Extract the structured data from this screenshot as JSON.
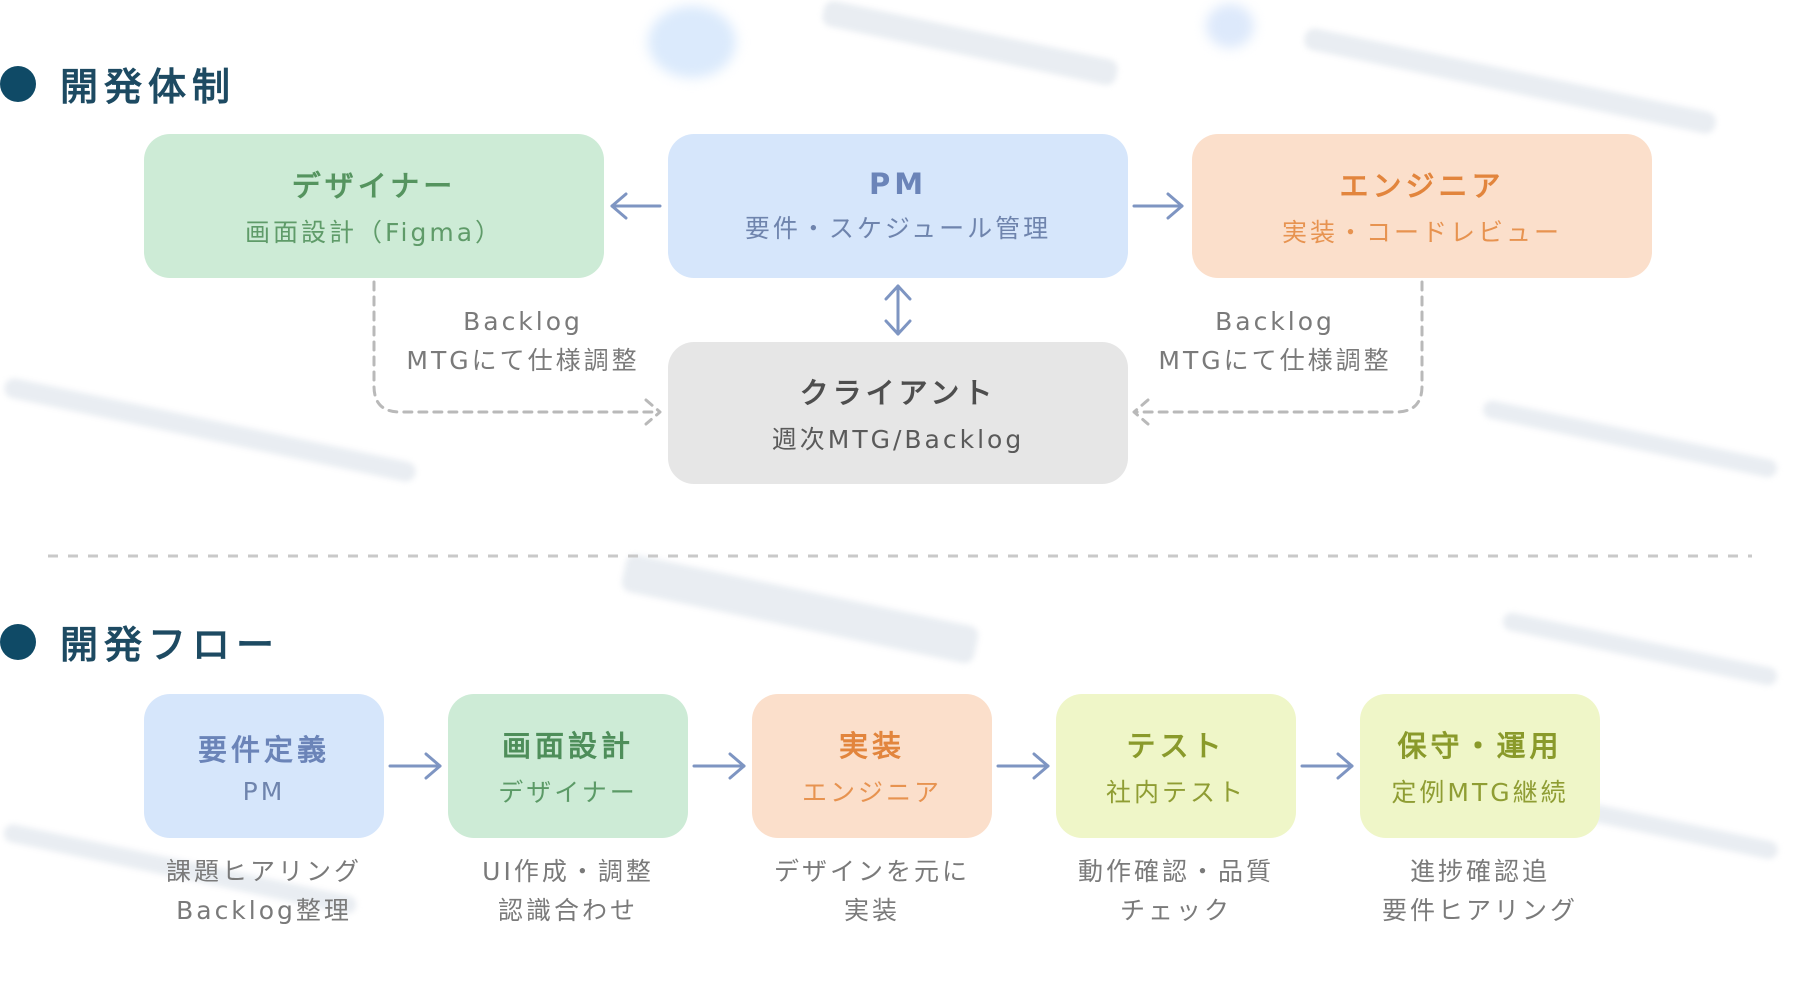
{
  "structure": {
    "heading": "開発体制",
    "designer": {
      "title": "デザイナー",
      "subtitle": "画面設計（Figma）"
    },
    "pm": {
      "title": "PM",
      "subtitle": "要件・スケジュール管理"
    },
    "engineer": {
      "title": "エンジニア",
      "subtitle": "実装・コードレビュー"
    },
    "client": {
      "title": "クライアント",
      "subtitle": "週次MTG/Backlog"
    },
    "left_note": {
      "line1": "Backlog",
      "line2": "MTGにて仕様調整"
    },
    "right_note": {
      "line1": "Backlog",
      "line2": "MTGにて仕様調整"
    }
  },
  "flow": {
    "heading": "開発フロー",
    "steps": [
      {
        "title": "要件定義",
        "subtitle": "PM",
        "note1": "課題ヒアリング",
        "note2": "Backlog整理"
      },
      {
        "title": "画面設計",
        "subtitle": "デザイナー",
        "note1": "UI作成・調整",
        "note2": "認識合わせ"
      },
      {
        "title": "実装",
        "subtitle": "エンジニア",
        "note1": "デザインを元に",
        "note2": "実装"
      },
      {
        "title": "テスト",
        "subtitle": "社内テスト",
        "note1": "動作確認・品質",
        "note2": "チェック"
      },
      {
        "title": "保守・運用",
        "subtitle": "定例MTG継続",
        "note1": "進捗確認追",
        "note2": "要件ヒアリング"
      }
    ]
  },
  "colors": {
    "heading": "#1d4a62",
    "arrow": "#7e95c2",
    "dashed": "#b9b9b9"
  }
}
